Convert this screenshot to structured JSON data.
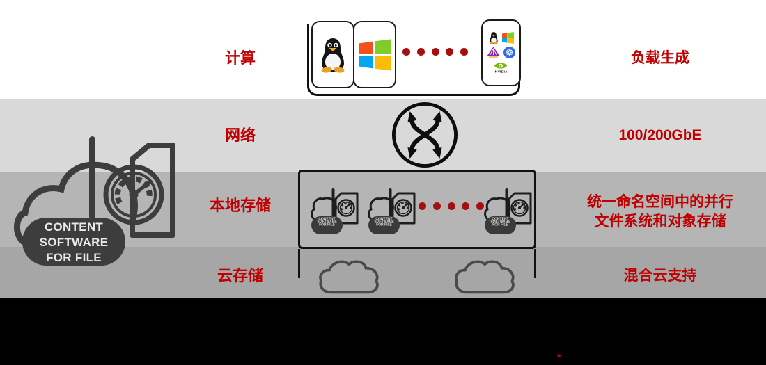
{
  "layers": {
    "compute": {
      "left_label": "计算",
      "right_label": "负载生成"
    },
    "network": {
      "left_label": "网络",
      "right_label": "100/200GbE"
    },
    "local_storage": {
      "left_label": "本地存储",
      "right_label_line1": "统一命名空间中的并行",
      "right_label_line2": "文件系统和对象存储"
    },
    "cloud_storage": {
      "left_label": "云存储",
      "right_label": "混合云支持"
    }
  },
  "logo": {
    "line1": "CONTENT",
    "line2": "SOFTWARE",
    "line3": "FOR FILE"
  },
  "compute_icons": {
    "nvidia_label": "NVIDIA",
    "kubernetes_glyph": "☸",
    "names": [
      "linux-tux-icon",
      "windows-icon",
      "ellipsis-dots",
      "linux-tux-small-icon",
      "windows-small-icon",
      "pyramid-icon",
      "kubernetes-icon",
      "nvidia-eye-icon"
    ]
  },
  "other_icons": {
    "network": "switch-crossed-arrows-icon",
    "local_storage": "content-software-for-file-logo",
    "cloud_storage": "cloud-outline-icon"
  },
  "footnote": {
    "marker": "*"
  },
  "colors": {
    "accent_red": "#c00000",
    "dot_red": "#a50f0f",
    "band_network": "#d9d9d9",
    "band_local_storage": "#b5b5b5",
    "band_cloud_storage": "#a6a6a6",
    "band_footer": "#000000",
    "logo_charcoal": "#3d3d3d",
    "nvidia_green": "#76b900",
    "kubernetes_blue": "#326ce5"
  }
}
